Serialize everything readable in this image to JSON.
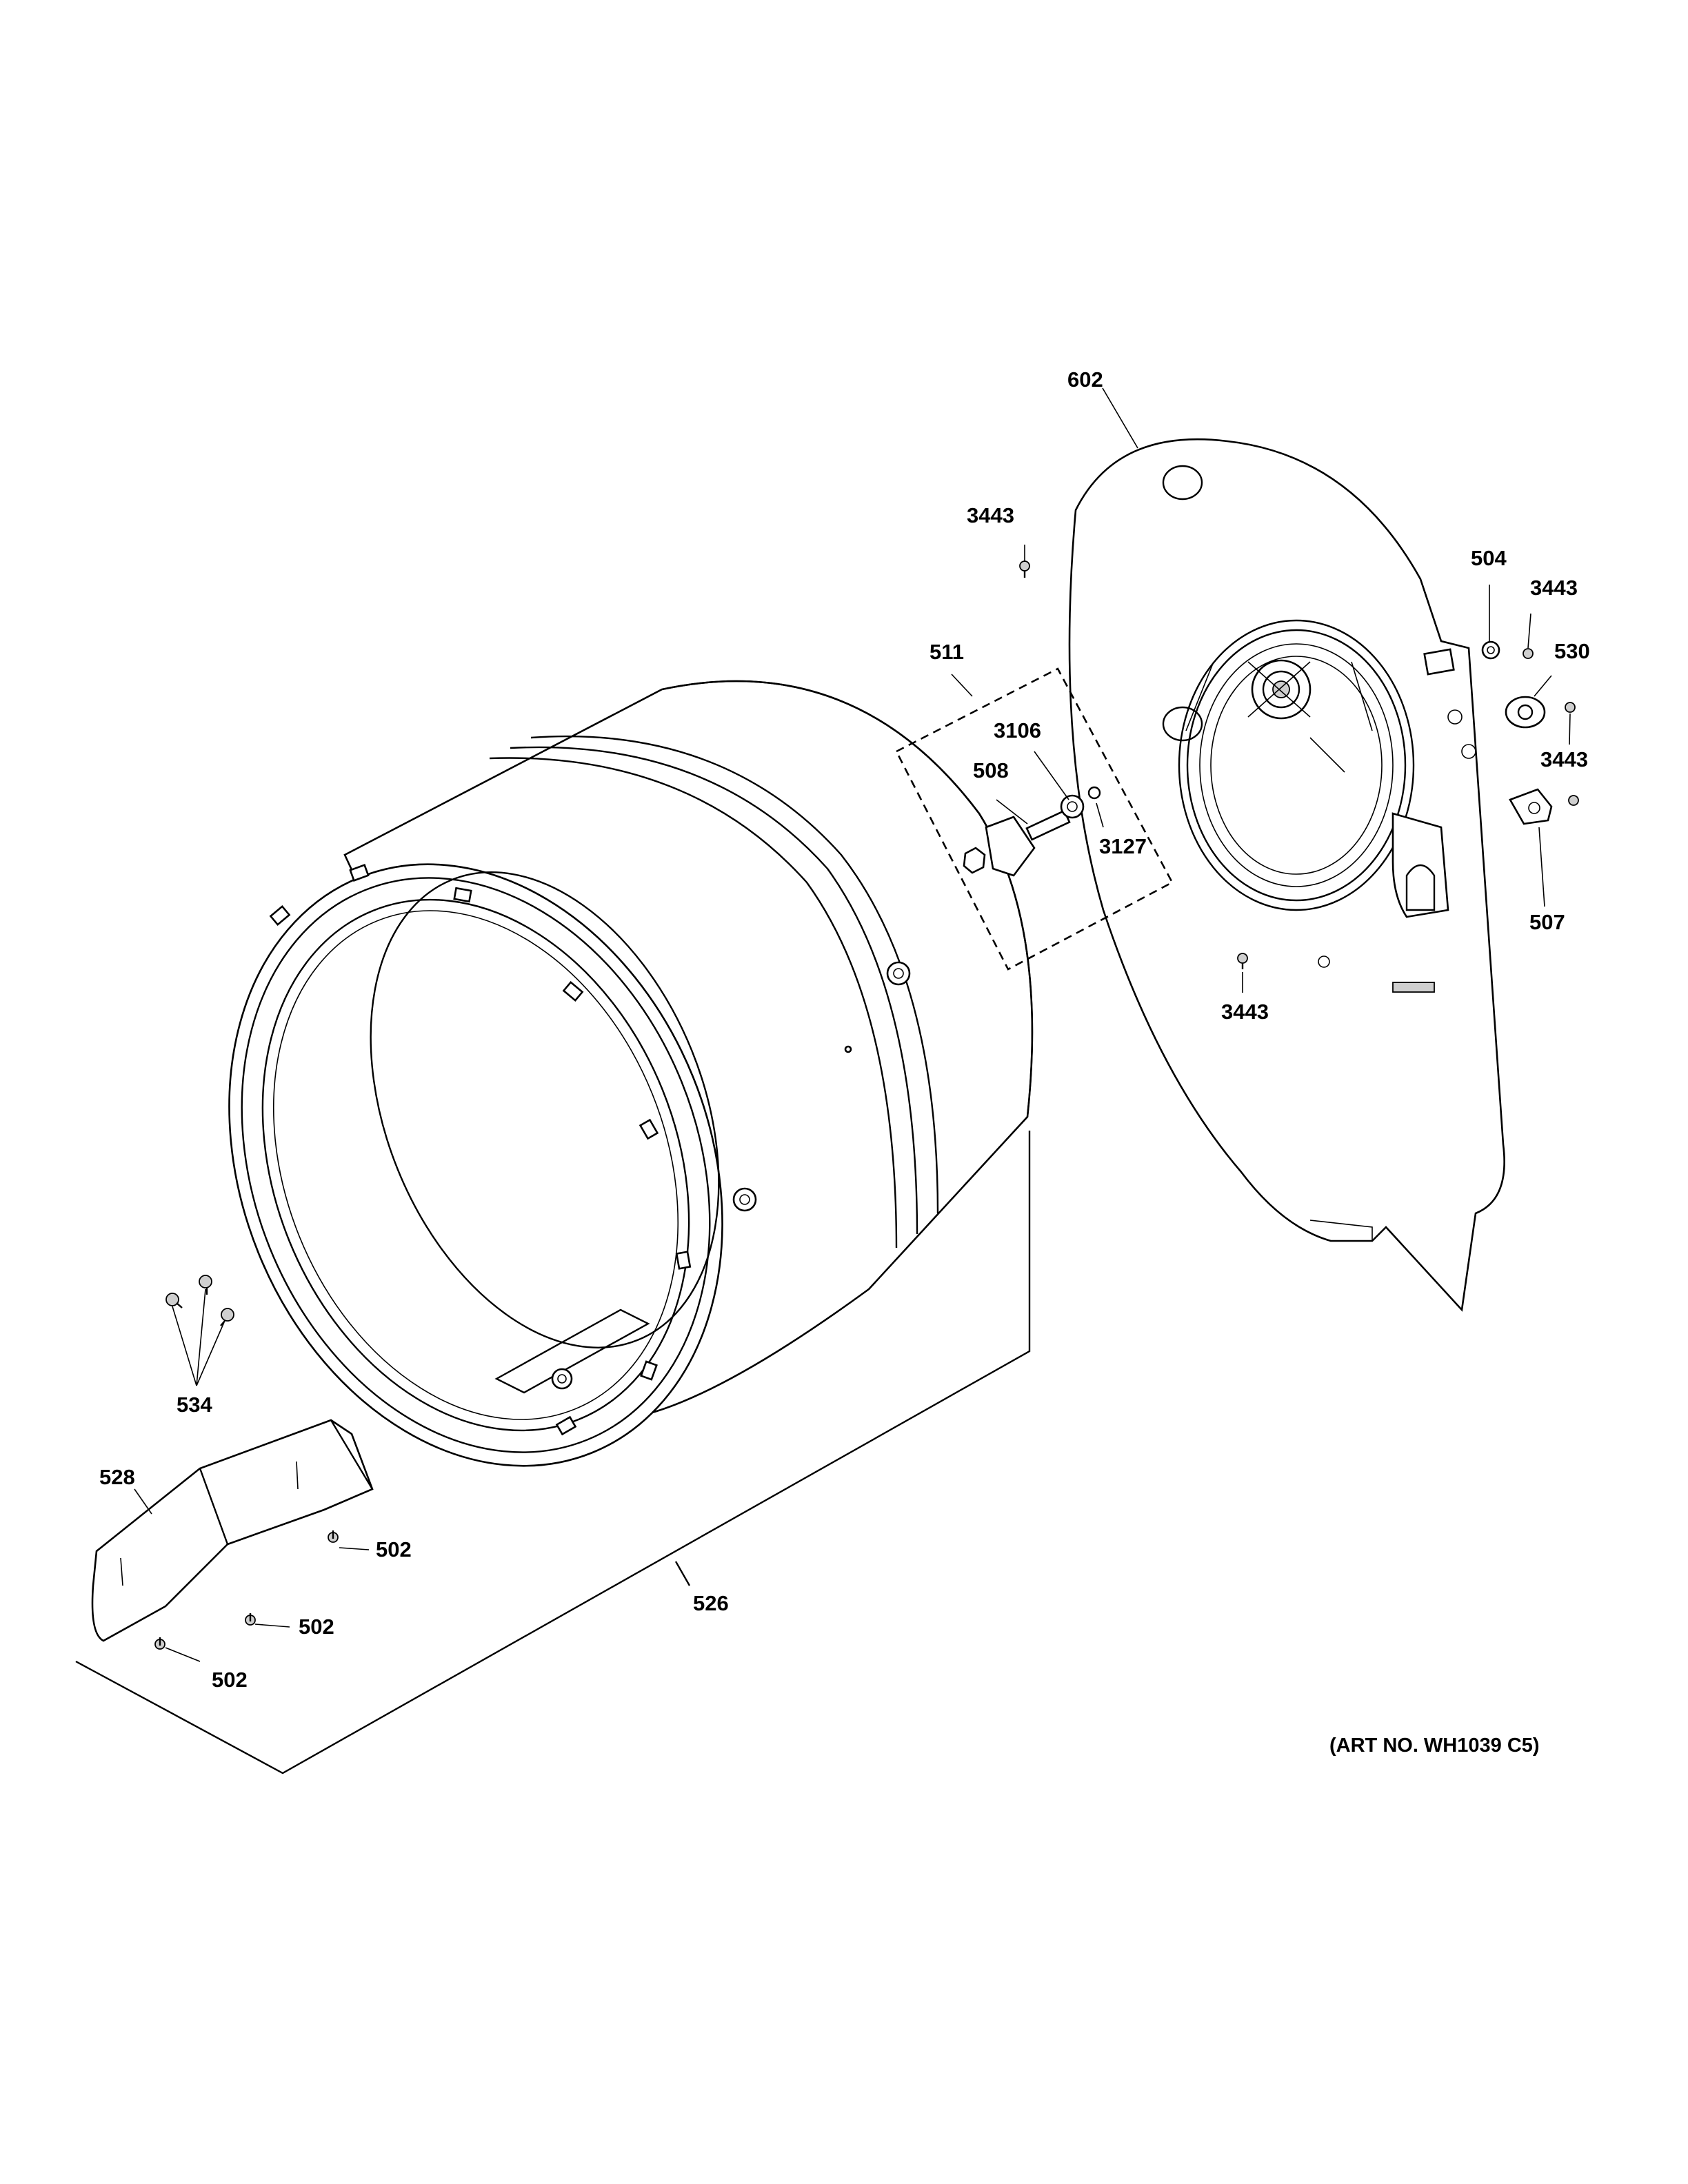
{
  "diagram": {
    "callouts": {
      "c602": "602",
      "c3443_a": "3443",
      "c511": "511",
      "c3106": "3106",
      "c508": "508",
      "c3127": "3127",
      "c504": "504",
      "c3443_b": "3443",
      "c530": "530",
      "c3443_c": "3443",
      "c507": "507",
      "c3443_d": "3443",
      "c534": "534",
      "c528": "528",
      "c502_a": "502",
      "c502_b": "502",
      "c502_c": "502",
      "c526": "526"
    },
    "art_number": "(ART NO. WH1039 C5)"
  }
}
